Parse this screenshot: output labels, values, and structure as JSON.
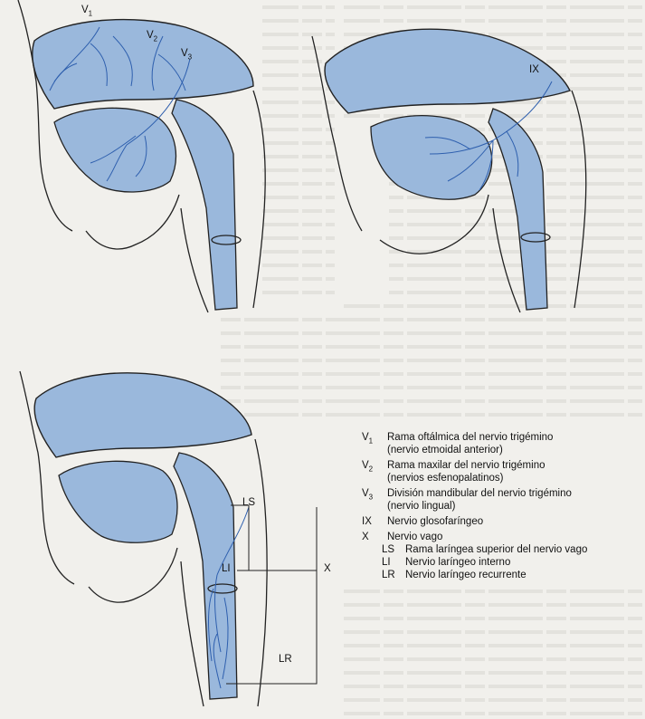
{
  "labels": {
    "v1": "V1",
    "v2": "V2",
    "v3": "V3",
    "ix": "IX",
    "ls": "LS",
    "li": "LI",
    "x": "X",
    "lr": "LR"
  },
  "legend": [
    {
      "sym_main": "V",
      "sym_sub": "1",
      "text": "Rama oftálmica del nervio trigémino",
      "text2": "(nervio etmoidal anterior)"
    },
    {
      "sym_main": "V",
      "sym_sub": "2",
      "text": "Rama maxilar del nervio trigémino",
      "text2": "(nervios esfenopalatinos)"
    },
    {
      "sym_main": "V",
      "sym_sub": "3",
      "text": "División mandibular del nervio trigémino",
      "text2": "(nervio lingual)"
    },
    {
      "sym_main": "IX",
      "sym_sub": "",
      "text": "Nervio glosofaríngeo",
      "text2": ""
    },
    {
      "sym_main": "X",
      "sym_sub": "",
      "text": "Nervio vago",
      "text2": ""
    }
  ],
  "legend_sub": [
    {
      "sym": "LS",
      "text": "Rama laríngea superior del nervio vago"
    },
    {
      "sym": "LI",
      "text": "Nervio laríngeo interno"
    },
    {
      "sym": "LR",
      "text": "Nervio laríngeo recurrente"
    }
  ],
  "colors": {
    "tissue": "#9ab8dc",
    "nerve": "#2e5fae",
    "outline": "#222222"
  }
}
